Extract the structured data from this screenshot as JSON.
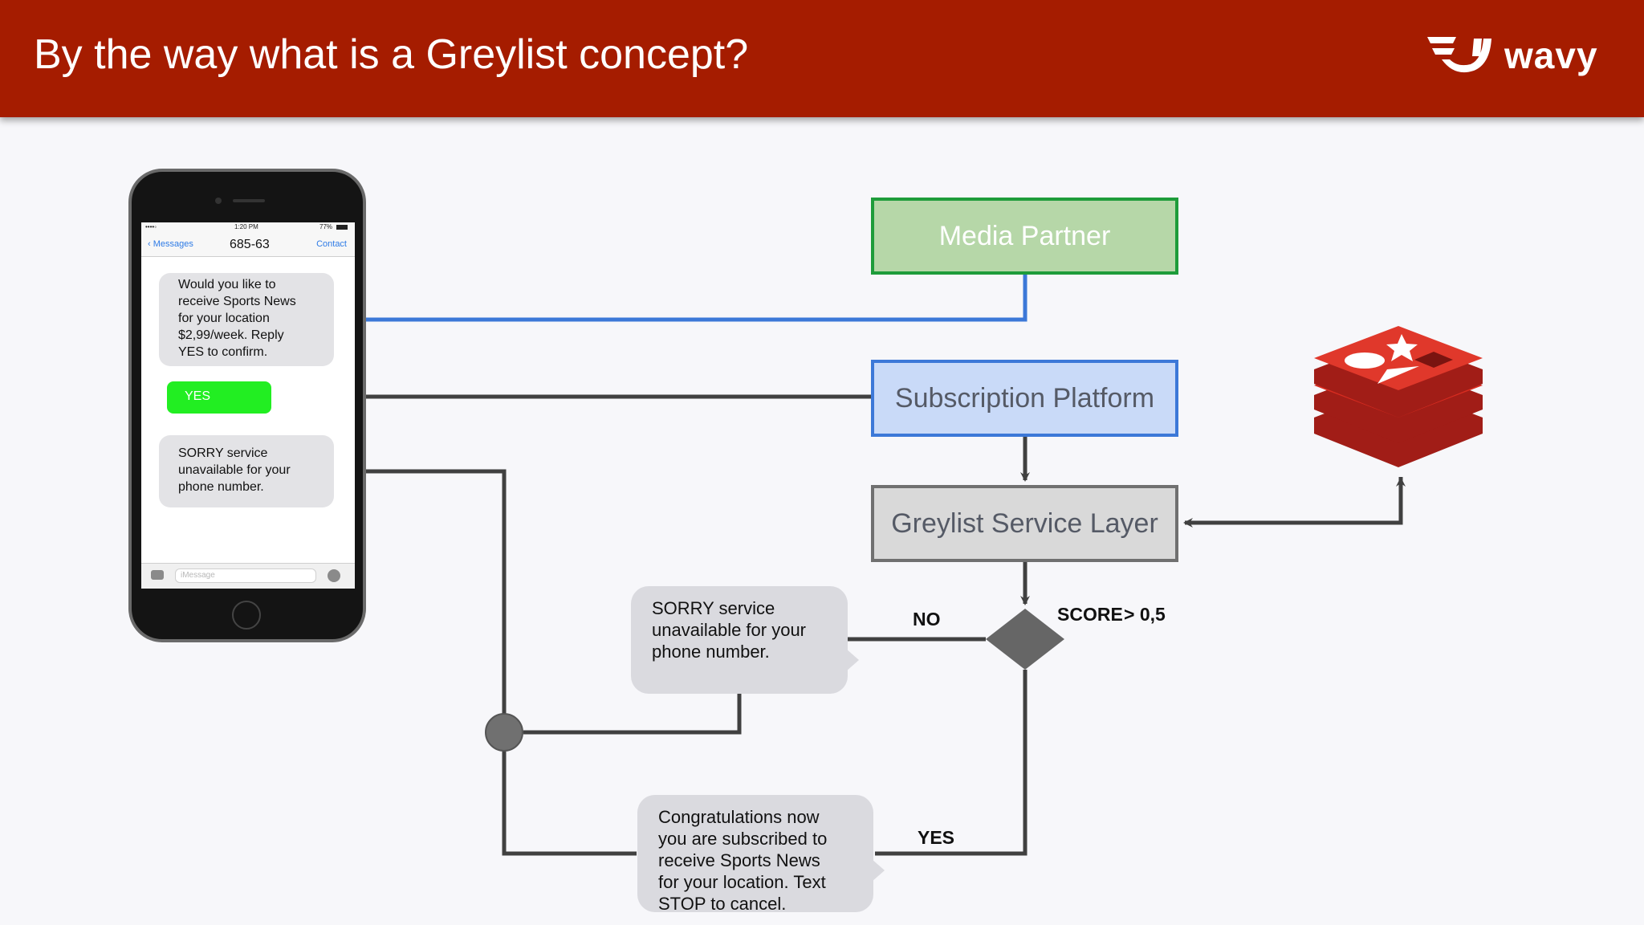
{
  "header": {
    "title": "By the way what is a Greylist concept?",
    "logo_text": "wavy"
  },
  "phone": {
    "status_time": "1:20 PM",
    "status_carrier": "••••◦",
    "status_battery": "77%",
    "nav_back": "Messages",
    "nav_title": "685-63",
    "nav_contact": "Contact",
    "message_offer": [
      "Would you like to",
      "receive Sports News",
      "for your location",
      "$2,99/week. Reply",
      "YES to confirm."
    ],
    "reply_yes": "YES",
    "message_sorry": [
      "SORRY service",
      "unavailable for your",
      "phone number."
    ],
    "input_placeholder": "iMessage"
  },
  "diagram": {
    "media_partner": "Media Partner",
    "subscription_platform": "Subscription Platform",
    "greylist_layer": "Greylist Service Layer",
    "score_label": "SCORE",
    "score_threshold": "> 0,5",
    "no_label": "NO",
    "yes_label": "YES",
    "sorry_bubble": [
      "SORRY service",
      "unavailable for your",
      "phone number."
    ],
    "congrats_bubble": [
      "Congratulations now",
      "you are subscribed to",
      "receive Sports News",
      "for your location. Text",
      "STOP to cancel."
    ]
  },
  "colors": {
    "header": "#a51c00",
    "media_partner_fill": "#b6d7a8",
    "subscription_fill": "#c9daf8",
    "greylist_fill": "#d9d9d9",
    "blue_arrow": "#3c78d8",
    "connector": "#404040",
    "redis_red": "#d82c20",
    "yes_green": "#22ee22"
  },
  "icons": {
    "logo": "wavy-logo",
    "database": "redis-cube-icon"
  }
}
